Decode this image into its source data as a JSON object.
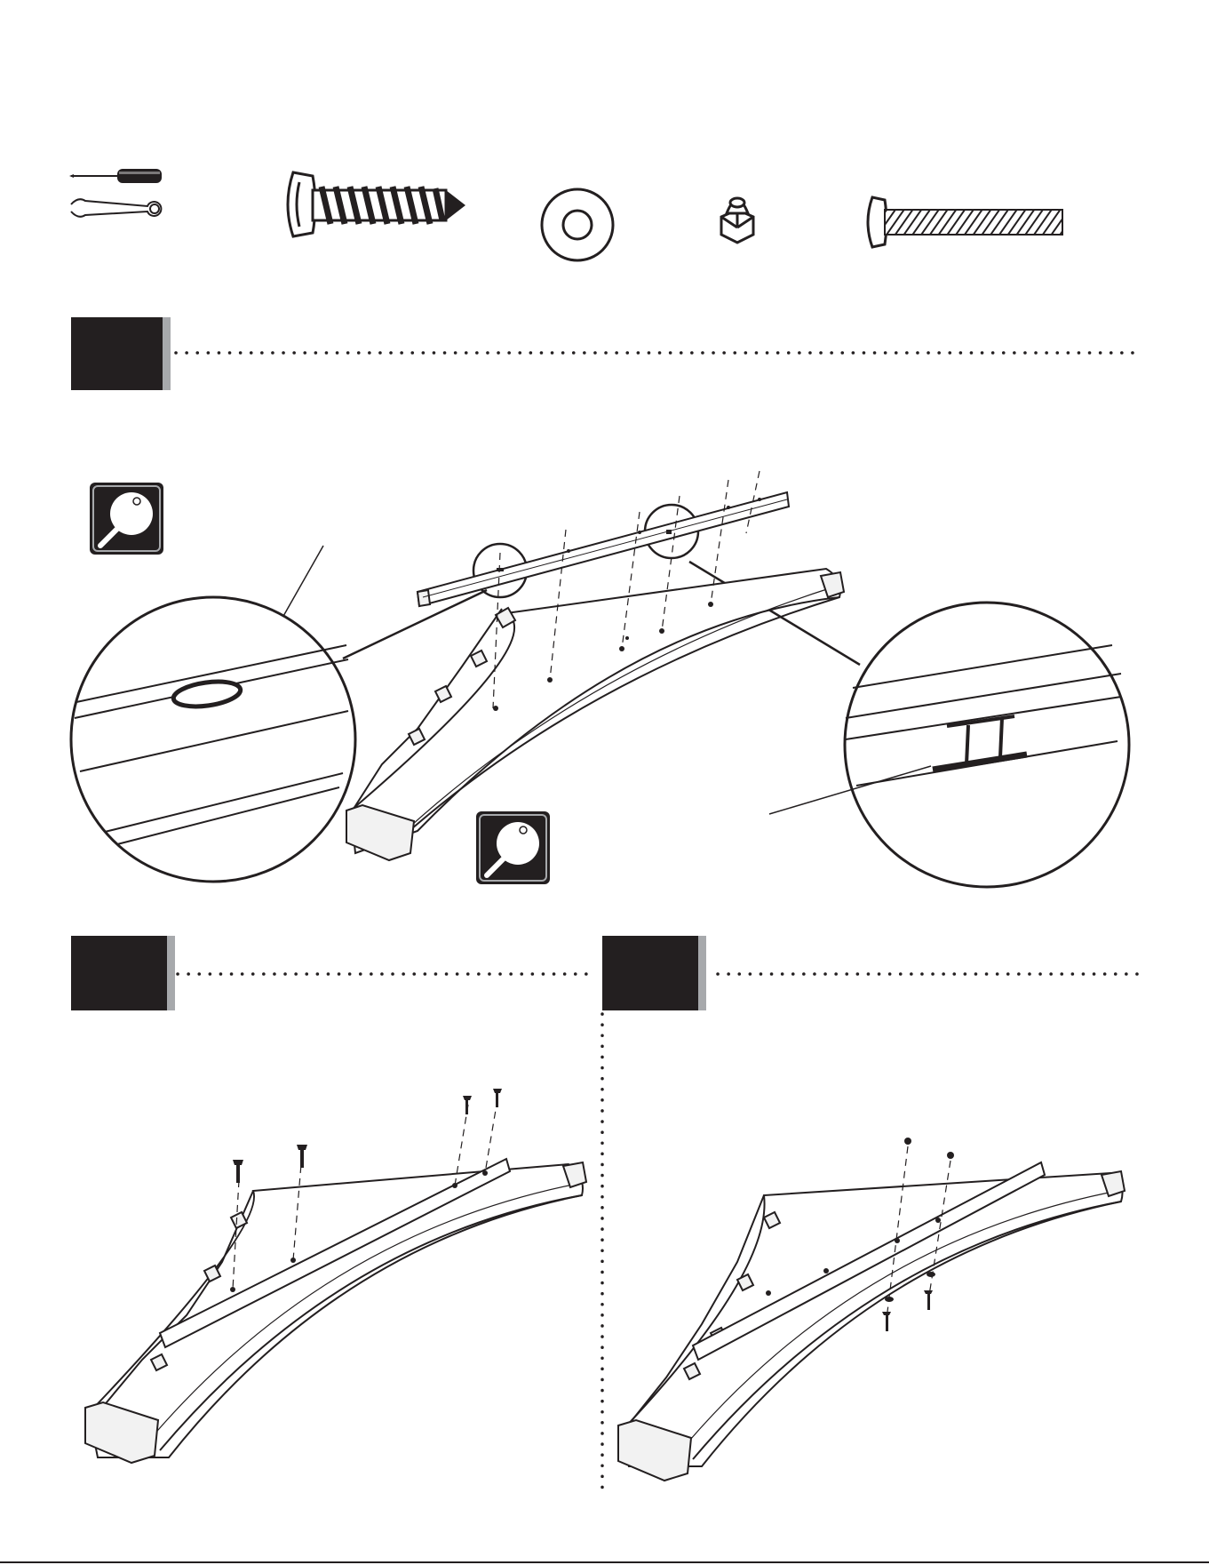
{
  "document": {
    "kind": "assembly instruction page",
    "colors": {
      "ink": "#231f20",
      "step_tab_shadow": "#a7a9ac",
      "magnifier_badge": "#231f20",
      "part_fill": "#f2f2f2"
    }
  },
  "hardware_row": {
    "items": [
      {
        "icon": "screwdriver-icon"
      },
      {
        "icon": "wrench-icon"
      },
      {
        "icon": "self-tapping-screw-icon"
      },
      {
        "icon": "flat-washer-icon"
      },
      {
        "icon": "lock-nut-icon"
      },
      {
        "icon": "machine-bolt-icon"
      }
    ]
  },
  "steps": [
    {
      "id": "step-a",
      "badge": "",
      "detail_icons": [
        "magnifier-icon",
        "magnifier-icon"
      ],
      "callouts": [
        "oval-hole-detail",
        "i-beam-slot-detail"
      ]
    },
    {
      "id": "step-b",
      "badge": "",
      "fasteners_shown": 4
    },
    {
      "id": "step-c",
      "badge": "",
      "fasteners_shown": 2
    }
  ]
}
